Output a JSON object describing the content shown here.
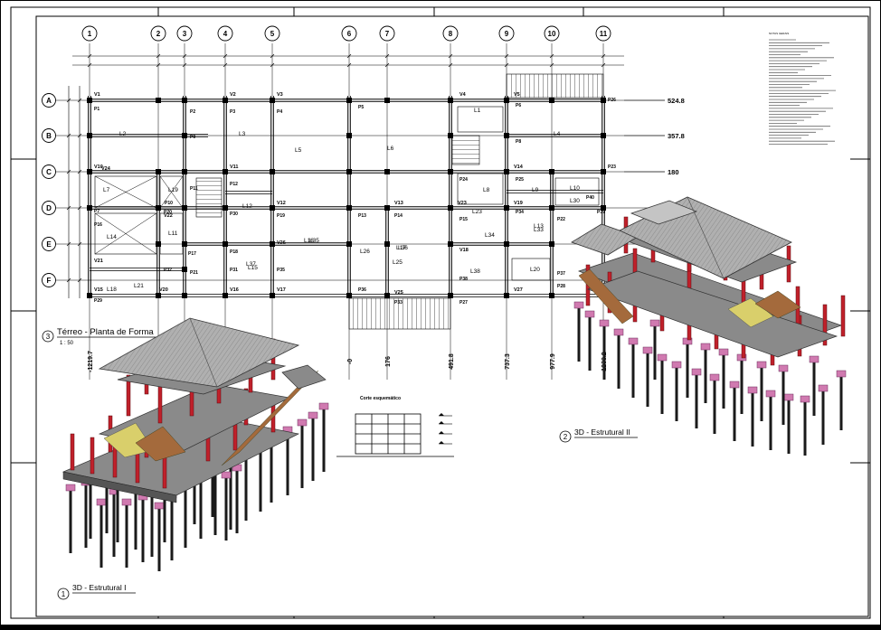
{
  "grid": {
    "columns": [
      "1",
      "2",
      "3",
      "4",
      "5",
      "6",
      "7",
      "8",
      "9",
      "10",
      "11"
    ],
    "rows": [
      "A",
      "B",
      "C",
      "D",
      "E",
      "F"
    ],
    "column_dims": [
      "-1219.7",
      "-0",
      "176",
      "491.8",
      "737.3",
      "977.9",
      "1238.2"
    ],
    "row_dims": [
      "524.8",
      "357.8",
      "180"
    ]
  },
  "beams": [
    "V1",
    "V2",
    "V3",
    "V4",
    "V5",
    "V10",
    "V11",
    "V12",
    "V13",
    "V14",
    "V15",
    "V16",
    "V17",
    "V18",
    "V19",
    "V20",
    "V21",
    "V22",
    "V23",
    "V24",
    "V25",
    "V26",
    "V27"
  ],
  "pillars": [
    "P1",
    "P2",
    "P3",
    "P4",
    "P5",
    "P6",
    "P7",
    "P8",
    "P9",
    "P10",
    "P11",
    "P12",
    "P13",
    "P14",
    "P15",
    "P16",
    "P17",
    "P18",
    "P19",
    "P20",
    "P21",
    "P22",
    "P23",
    "P24",
    "P25",
    "P26",
    "P27",
    "P28",
    "P29",
    "P30",
    "P31",
    "P32",
    "P33",
    "P34",
    "P35",
    "P36",
    "P37",
    "P38",
    "P39",
    "P40"
  ],
  "slabs": [
    "L1",
    "L2",
    "L3",
    "L4",
    "L5",
    "L6",
    "L7",
    "L8",
    "L9",
    "L10",
    "L11",
    "L12",
    "L13",
    "L14",
    "L15",
    "L16",
    "L17",
    "L18",
    "L19",
    "L20",
    "L21",
    "L23",
    "L25",
    "L26",
    "L30",
    "L33",
    "L34",
    "L35",
    "L36",
    "L37",
    "L38",
    "L39"
  ],
  "views": {
    "plan": {
      "number": "3",
      "title": "Térreo - Planta de Forma",
      "scale": "1 : 50"
    },
    "view_3d_1": {
      "number": "1",
      "title": "3D - Estrutural I"
    },
    "view_3d_2": {
      "number": "2",
      "title": "3D - Estrutural II"
    }
  },
  "section_title": "Corte esquemático",
  "notes_title": "NOTAS GERAIS",
  "colors": {
    "paper": "#ffffff",
    "line": "#000000",
    "pillar": "#c0202a",
    "slab": "#8a8a8a",
    "roof": "#a9a9a9",
    "footing": "#d07ab0",
    "stair": "#a46a3c",
    "highlight": "#d9cf6b"
  }
}
